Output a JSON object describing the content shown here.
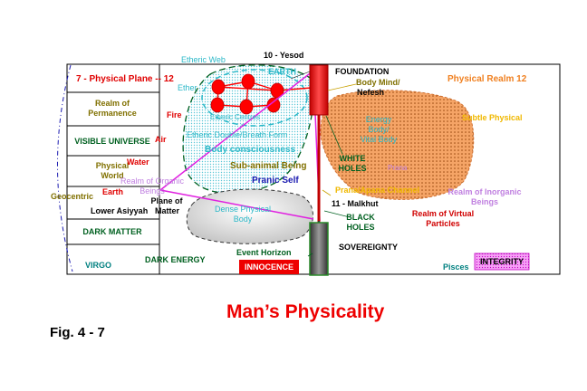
{
  "colors": {
    "red": "#ff0000",
    "blue": "#1a1ab0",
    "cyan": "#2bb8c8",
    "olive": "#807000",
    "orange": "#f08020",
    "green": "#006020",
    "purple": "#c080e0",
    "magenta": "#e020e0",
    "yellow": "#f0b800",
    "teal": "#008080",
    "dark_red": "#d00000",
    "black": "#000000"
  },
  "labels": {
    "yesod": "10 - Yesod",
    "etheric_web": "Etheric Web",
    "earth_top": "EARTH",
    "foundation": "FOUNDATION",
    "body_mind": "Body Mind/",
    "nefesh": "Nefesh",
    "physical_realm": "Physical Realm  12",
    "physical_plane": "7 - Physical Plane --  12",
    "ether": "Ether",
    "realm_of": "Realm of",
    "permanence": "Permanence",
    "fire": "Fire",
    "etheric_centres": "Etheric Centres",
    "subtle_physical": "Subtle Physical",
    "energy": "Energy",
    "body": "Body/",
    "vital_body": "Vital Body",
    "visible_universe": "VISIBLE UNIVERSE",
    "air": "Air",
    "etheric_double": "Etheric Double/Breath Form",
    "body_consciousness": "Body consciousness",
    "white": "WHITE",
    "holes_white": "HOLES",
    "prana_small": "Prana",
    "physical": "Physical",
    "world": "World",
    "water": "Water",
    "sub_animal": "Sub-animal Being",
    "pranic_self": "Pranic Self",
    "realm_organic_1": "Realm of Organic",
    "realm_organic_2": "Beings",
    "geocentric": "Geocentric",
    "earth_mid": "Earth",
    "prana_apana": "Prana/Apana Channel",
    "realm_inorganic_1": "Realm of Inorganic",
    "realm_inorganic_2": "Beings",
    "plane_of": "Plane of",
    "lower_asiyyah": "Lower Asiyyah",
    "matter": "Matter",
    "dense_physical_1": "Dense Physical",
    "dense_physical_2": "Body",
    "malkhut": "11 - Malkhut",
    "black": "BLACK",
    "holes_black": "HOLES",
    "realm_virtual_1": "Realm of Virtual",
    "realm_virtual_2": "Particles",
    "dark_matter": "DARK MATTER",
    "sovereignty": "SOVEREIGNTY",
    "event_horizon": "Event Horizon",
    "virgo": "VIRGO",
    "dark_energy": "DARK ENERGY",
    "innocence": "INNOCENCE",
    "pisces": "Pisces",
    "integrity": "INTEGRITY",
    "title": "Man’s Physicality",
    "fig": "Fig. 4 - 7"
  }
}
